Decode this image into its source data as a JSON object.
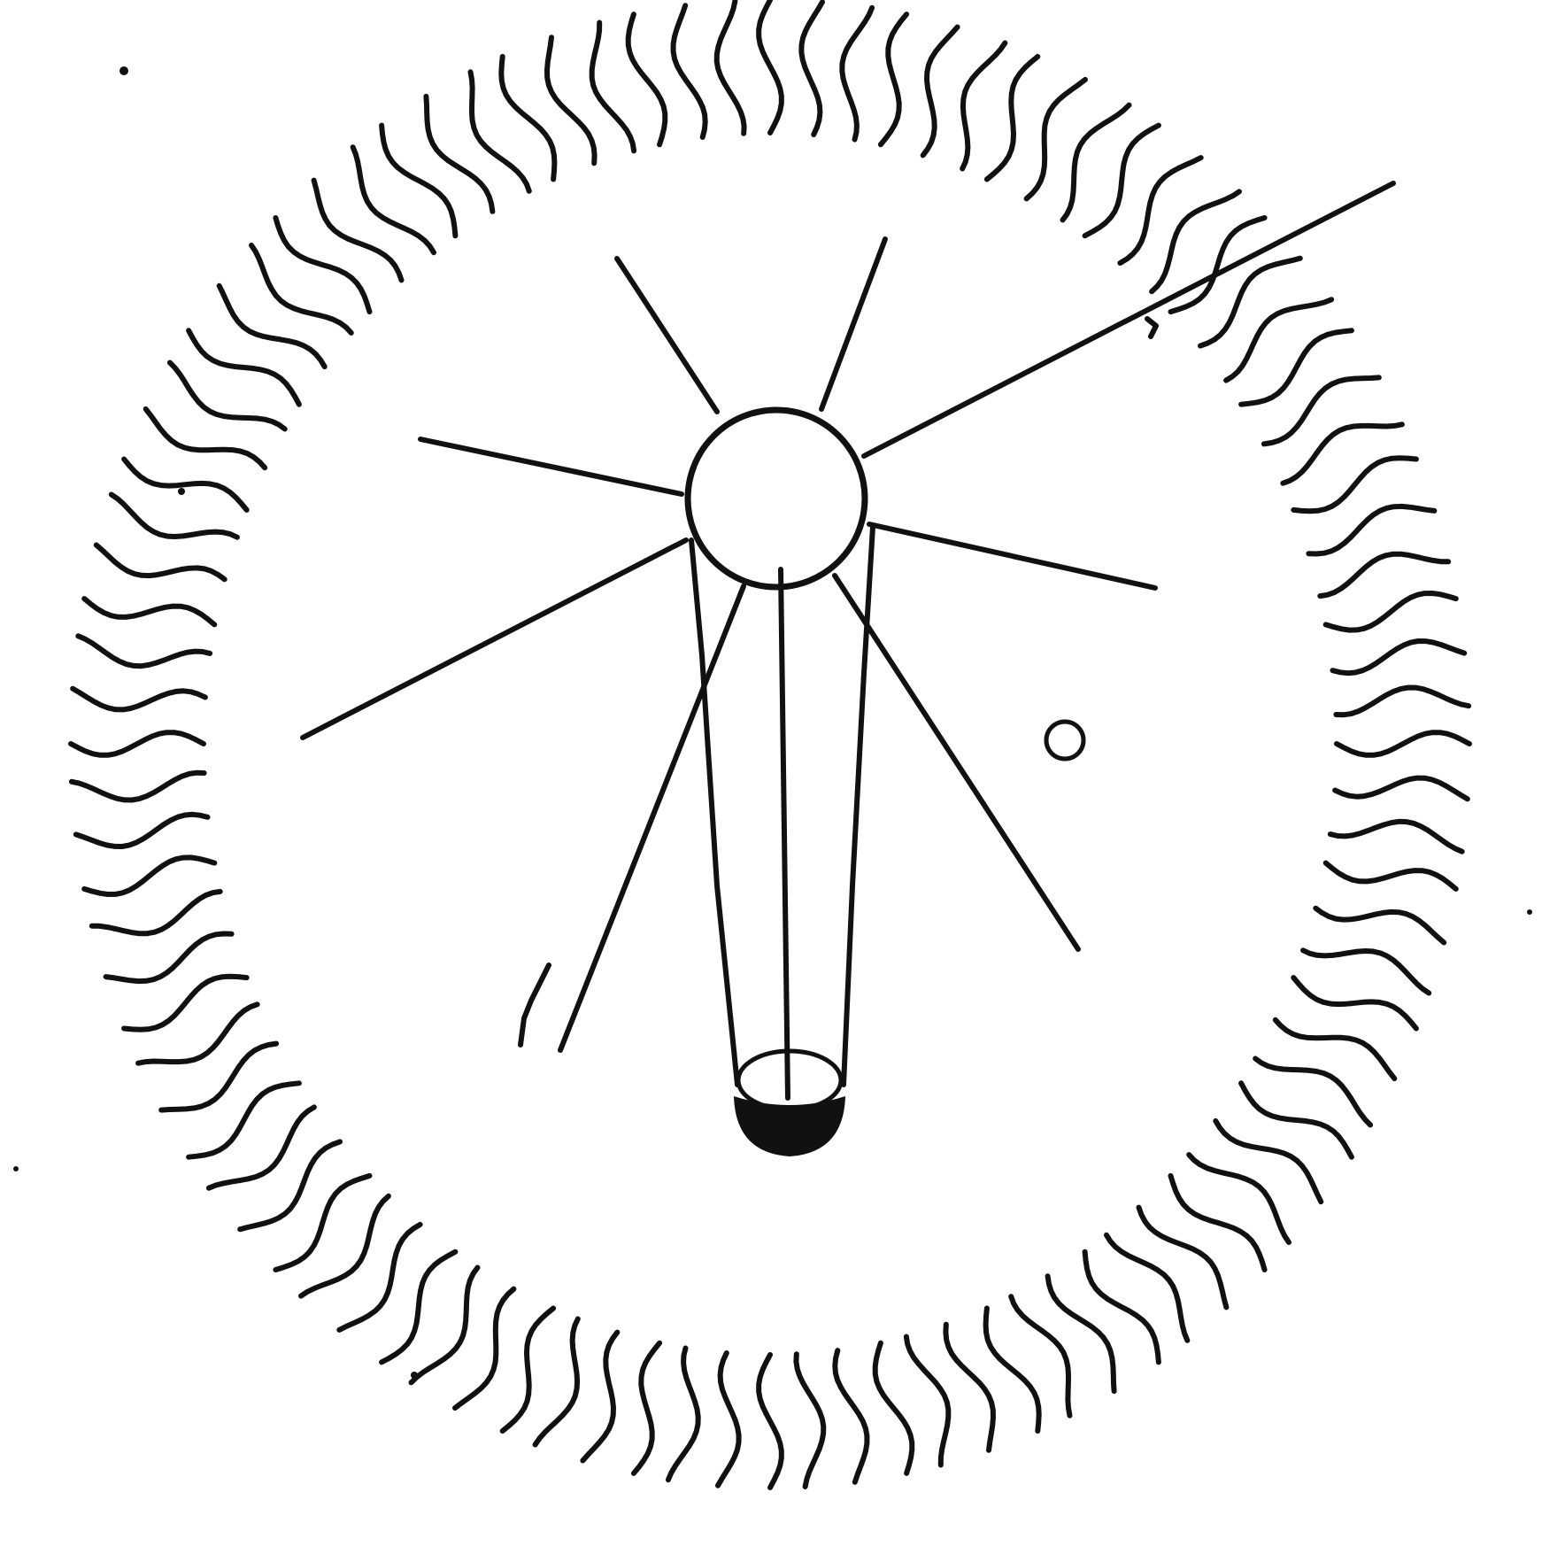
{
  "figure": {
    "background_color": "#ffffff",
    "ink_color": "#111111",
    "wavy_outer_ring": {
      "stroke_count": 96
    },
    "central_orb": {
      "ray_count": 9
    },
    "central_column": {
      "base_bowl": "half-filled"
    },
    "small_circle": {
      "present": true
    }
  }
}
